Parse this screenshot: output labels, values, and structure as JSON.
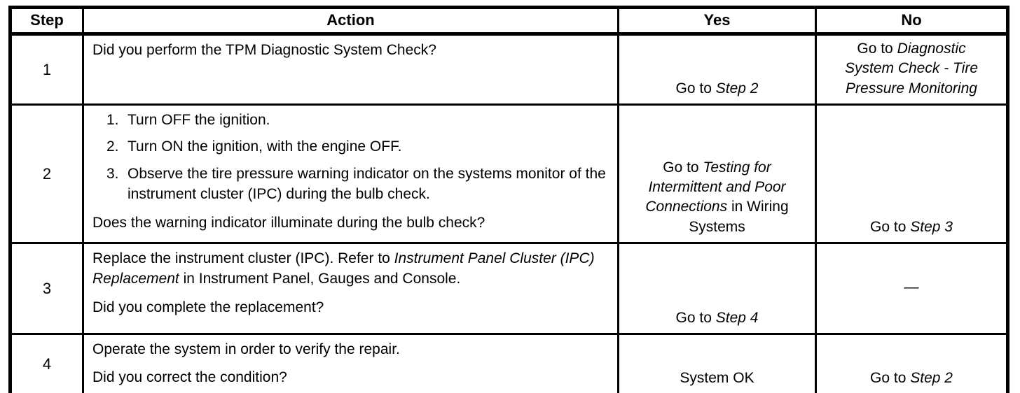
{
  "table": {
    "headers": [
      "Step",
      "Action",
      "Yes",
      "No"
    ],
    "rows": [
      {
        "step": "1",
        "action": {
          "blocks": [
            {
              "type": "p",
              "segments": [
                {
                  "t": "Did you perform the TPM Diagnostic System Check?"
                }
              ]
            }
          ]
        },
        "yes": {
          "valign": "bottom",
          "segments": [
            {
              "t": "Go to "
            },
            {
              "t": "Step 2",
              "i": true
            }
          ]
        },
        "no": {
          "valign": "center",
          "segments": [
            {
              "t": "Go to "
            },
            {
              "t": "Diagnostic System Check - Tire Pressure Monitoring",
              "i": true
            }
          ]
        }
      },
      {
        "step": "2",
        "action": {
          "blocks": [
            {
              "type": "li",
              "segments": [
                {
                  "t": "Turn OFF the ignition."
                }
              ]
            },
            {
              "type": "li",
              "segments": [
                {
                  "t": "Turn ON the ignition, with the engine OFF."
                }
              ]
            },
            {
              "type": "li",
              "segments": [
                {
                  "t": "Observe the tire pressure warning indicator on the systems monitor of the instrument cluster (IPC) during the bulb check."
                }
              ]
            },
            {
              "type": "q",
              "segments": [
                {
                  "t": "Does the warning indicator illuminate during the bulb check?"
                }
              ]
            }
          ]
        },
        "yes": {
          "valign": "bottom",
          "segments": [
            {
              "t": "Go to "
            },
            {
              "t": "Testing for Intermittent and Poor Connections",
              "i": true
            },
            {
              "t": " in Wiring Systems"
            }
          ]
        },
        "no": {
          "valign": "bottom",
          "segments": [
            {
              "t": "Go to "
            },
            {
              "t": "Step 3",
              "i": true
            }
          ]
        }
      },
      {
        "step": "3",
        "action": {
          "blocks": [
            {
              "type": "p",
              "segments": [
                {
                  "t": "Replace the instrument cluster (IPC). Refer to "
                },
                {
                  "t": "Instrument Panel Cluster (IPC) Replacement",
                  "i": true
                },
                {
                  "t": " in Instrument Panel, Gauges and Console."
                }
              ]
            },
            {
              "type": "q",
              "segments": [
                {
                  "t": "Did you complete the replacement?"
                }
              ]
            }
          ]
        },
        "yes": {
          "valign": "bottom",
          "segments": [
            {
              "t": "Go to "
            },
            {
              "t": "Step 4",
              "i": true
            }
          ]
        },
        "no": {
          "valign": "center",
          "segments": [
            {
              "t": "—"
            }
          ]
        }
      },
      {
        "step": "4",
        "action": {
          "blocks": [
            {
              "type": "p",
              "segments": [
                {
                  "t": "Operate the system in order to verify the repair."
                }
              ]
            },
            {
              "type": "q",
              "segments": [
                {
                  "t": "Did you correct the condition?"
                }
              ]
            }
          ]
        },
        "yes": {
          "valign": "bottom",
          "segments": [
            {
              "t": "System OK"
            }
          ]
        },
        "no": {
          "valign": "bottom",
          "segments": [
            {
              "t": "Go to "
            },
            {
              "t": "Step 2",
              "i": true
            }
          ]
        }
      }
    ]
  }
}
